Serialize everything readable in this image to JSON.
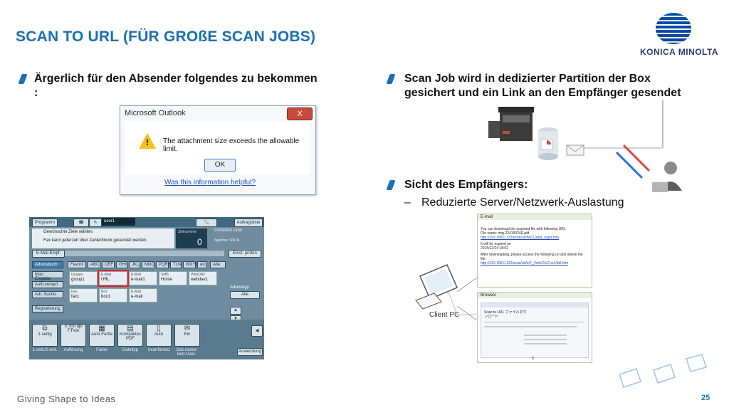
{
  "slide": {
    "title": "SCAN TO URL (FÜR GROßE SCAN JOBS)",
    "logo_text": "KONICA MINOLTA",
    "footer": "Giving Shape to Ideas",
    "page_number": "25",
    "accent_color": "#1b6fb5"
  },
  "left": {
    "bullet": "Ärgerlich für den Absender folgendes zu bekommen :"
  },
  "outlook_dialog": {
    "title": "Microsoft Outlook",
    "close": "X",
    "message": "The attachment size exceeds the allowable limit.",
    "ok": "OK",
    "help_link": "Was this information helpful?"
  },
  "right": {
    "bullet1": "Scan Job wird in dedizierter Partition der Box gesichert und ein Link an den Empfänger gesendet",
    "bullet2": "Sicht des Empfängers:",
    "sub_dash": "–",
    "sub_bullet": "Reduzierte Server/Netzwerk-Auslastung"
  },
  "panel": {
    "programm": "Programm",
    "auftragsliste": "Auftragsliste",
    "user": "user1",
    "prompt1": "Gewünschte Ziele wählen.",
    "prompt2": "Fax kann jederzeit über Zahlenblock gesendet werden.",
    "counter_label": "Zielnummer",
    "counter": "0",
    "datetime": "07/03/2016 13:50",
    "memory": "Speicher 100 %",
    "email_empf": "E-Mail Empf.",
    "einst_pruefen": "Einst. prüfen",
    "adressbuch": "Adressbuch",
    "favorit": "Favorit",
    "index_tabs": [
      "ABC",
      "DEF",
      "GHI",
      "JKL",
      "MNO",
      "PQRS",
      "TUV",
      "WXYZ",
      "etc",
      "Alle"
    ],
    "left_menu": [
      "Man. Eingabe",
      "Auftr.verlauf",
      "Adr. Suche",
      "Registrierung"
    ],
    "entries": [
      {
        "type": "Gruppe",
        "name": "group1"
      },
      {
        "type": "E-Mail",
        "name": "URL"
      },
      {
        "type": "E-Mail",
        "name": "e-mail1"
      },
      {
        "type": "SMB",
        "name": "Home"
      },
      {
        "type": "WebDAV",
        "name": "webdav1"
      },
      {
        "type": "Fax",
        "name": "fax1"
      },
      {
        "type": "Box",
        "name": "box1"
      },
      {
        "type": "E-Mail",
        "name": "e-mail"
      }
    ],
    "adresstyp": "Adresstyp",
    "adresstyp_value": "Alle",
    "bottom_buttons": [
      {
        "icon": "",
        "label": "1-seitig",
        "caption": "1-seit./2-seit."
      },
      {
        "icon": "S 300 dpi F.Fein",
        "label": "",
        "caption": "Auflösung"
      },
      {
        "icon": "",
        "label": "Auto-Farbe",
        "caption": "Farbe"
      },
      {
        "icon": "",
        "label": "Kompaktes PDF",
        "caption": "Dateityp"
      },
      {
        "icon": "",
        "label": "Auto",
        "caption": "Scanformat"
      },
      {
        "icon": "",
        "label": "Ein",
        "caption": "Dok.name/ Betr./And."
      }
    ],
    "anwendung": "Anwendung"
  },
  "illustration": {
    "email_header": "E-mail",
    "email_lines": [
      "You can download the scanned file with following URL",
      "File name: img-22415024E.pdf",
      "http://192.168.0.132/scan/url/hbCUaKd_u/get.htm",
      "It will be expired on",
      "2015/12/24 18:02",
      "After downloading, please access the following url and delete the file.",
      "http://192.168.0.132/scan/url/mF_VmfcCbC1w1/del.htm"
    ],
    "browser_header": "Browser",
    "browser_title": "Scan to URL ファイルダウンロード",
    "browser_page": "6",
    "client_pc": "Client PC"
  }
}
